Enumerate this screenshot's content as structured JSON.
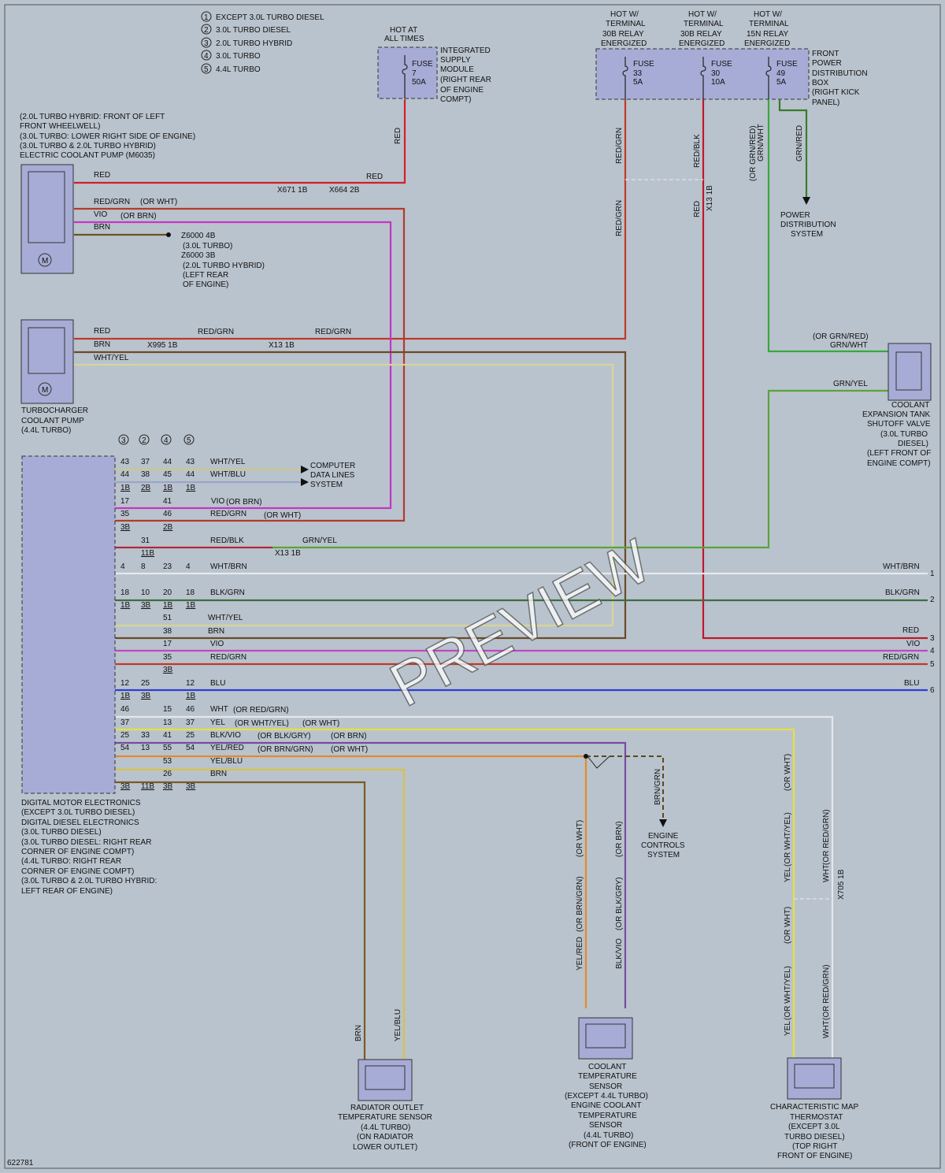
{
  "legend": [
    {
      "num": "1",
      "label": "EXCEPT 3.0L TURBO DIESEL"
    },
    {
      "num": "2",
      "label": "3.0L TURBO DIESEL"
    },
    {
      "num": "3",
      "label": "2.0L TURBO HYBRID"
    },
    {
      "num": "4",
      "label": "3.0L TURBO"
    },
    {
      "num": "5",
      "label": "4.4L TURBO"
    }
  ],
  "power": {
    "hot_all_times": [
      "HOT AT",
      "ALL TIMES"
    ],
    "ism_fuse": [
      "FUSE",
      "7",
      "50A"
    ],
    "ism_label": [
      "INTEGRATED",
      "SUPPLY",
      "MODULE",
      "(RIGHT REAR",
      "OF ENGINE",
      "COMPT)"
    ],
    "hot_relays": [
      [
        "HOT W/",
        "TERMINAL",
        "30B RELAY",
        "ENERGIZED"
      ],
      [
        "HOT W/",
        "TERMINAL",
        "30B RELAY",
        "ENERGIZED"
      ],
      [
        "HOT W/",
        "TERMINAL",
        "15N RELAY",
        "ENERGIZED"
      ]
    ],
    "fpd_fuses": [
      [
        "FUSE",
        "33",
        "5A"
      ],
      [
        "FUSE",
        "30",
        "10A"
      ],
      [
        "FUSE",
        "49",
        "5A"
      ]
    ],
    "fpd_label": [
      "FRONT",
      "POWER",
      "DISTRIBUTION",
      "BOX",
      "(RIGHT KICK",
      "PANEL)"
    ],
    "pds": [
      "POWER",
      "DISTRIBUTION",
      "SYSTEM"
    ]
  },
  "components": {
    "ecp": [
      "(2.0L TURBO HYBRID: FRONT OF LEFT",
      "FRONT WHEELWELL)",
      "(3.0L TURBO: LOWER RIGHT SIDE OF ENGINE)",
      "(3.0L TURBO & 2.0L TURBO HYBRID)",
      "ELECTRIC COOLANT PUMP (M6035)"
    ],
    "ground": [
      "Z6000 4B",
      "(3.0L TURBO)",
      "Z6000 3B",
      "(2.0L TURBO HYBRID)",
      "(LEFT REAR",
      "OF ENGINE)"
    ],
    "tcp": [
      "TURBOCHARGER",
      "COOLANT PUMP",
      "(4.4L TURBO)"
    ],
    "cdl": [
      "COMPUTER",
      "DATA LINES",
      "SYSTEM"
    ],
    "ceshut": [
      "COOLANT",
      "EXPANSION TANK",
      "SHUTOFF VALVE",
      "(3.0L TURBO",
      "DIESEL)",
      "(LEFT FRONT OF",
      "ENGINE COMPT)"
    ],
    "dme": [
      "DIGITAL MOTOR ELECTRONICS",
      "(EXCEPT 3.0L TURBO DIESEL)",
      "DIGITAL DIESEL ELECTRONICS",
      "(3.0L TURBO DIESEL)",
      "(3.0L TURBO DIESEL: RIGHT REAR",
      "CORNER OF ENGINE COMPT)",
      "(4.4L TURBO: RIGHT REAR",
      "CORNER OF ENGINE COMPT)",
      "(3.0L TURBO & 2.0L TURBO HYBRID:",
      "LEFT REAR OF ENGINE)"
    ],
    "ecs": [
      "ENGINE",
      "CONTROLS",
      "SYSTEM"
    ],
    "rots": [
      "RADIATOR OUTLET",
      "TEMPERATURE SENSOR",
      "(4.4L TURBO)",
      "(ON RADIATOR",
      "LOWER OUTLET)"
    ],
    "cts": [
      "COOLANT",
      "TEMPERATURE",
      "SENSOR",
      "(EXCEPT 4.4L TURBO)",
      "ENGINE COOLANT",
      "TEMPERATURE",
      "SENSOR",
      "(4.4L TURBO)",
      "(FRONT OF ENGINE)"
    ],
    "cmt": [
      "CHARACTERISTIC MAP",
      "THERMOSTAT",
      "(EXCEPT 3.0L",
      "TURBO DIESEL)",
      "(TOP RIGHT",
      "FRONT OF ENGINE)"
    ],
    "motor": "M"
  },
  "connectors": {
    "x671": "X671 1B",
    "x664": "X664 2B",
    "x995": "X995 1B",
    "x13a": "X13 1B",
    "x13b": "X13 1B",
    "x13c": "X13 1B",
    "x705": "X705 1B"
  },
  "wires": {
    "red": "RED",
    "redgrn": "RED/GRN",
    "orwht": "(OR WHT)",
    "vio": "VIO",
    "orbrn": "(OR BRN)",
    "brn": "BRN",
    "whtyel": "WHT/YEL",
    "whtblu": "WHT/BLU",
    "redblk": "RED/BLK",
    "grnyel": "GRN/YEL",
    "whtbrn": "WHT/BRN",
    "blkgrn": "BLK/GRN",
    "blu": "BLU",
    "wht": "WHT",
    "orredgrn": "(OR RED/GRN)",
    "yel": "YEL",
    "orwhtyel": "(OR WHT/YEL)",
    "blkvio": "BLK/VIO",
    "orblkgry": "(OR BLK/GRY)",
    "yelred": "YEL/RED",
    "orbrngrn": "(OR BRN/GRN)",
    "yelblu": "YEL/BLU",
    "grnred": "GRN/RED",
    "orgrnred": "(OR GRN/RED)",
    "grnwht": "GRN/WHT",
    "brngrn": "BRN/GRN"
  },
  "dme_pins": {
    "cols": [
      "3",
      "2",
      "4",
      "5"
    ],
    "rows": [
      [
        "43",
        "37",
        "44",
        "43"
      ],
      [
        "44",
        "38",
        "45",
        "44"
      ],
      [
        "1B",
        "2B",
        "1B",
        "1B"
      ],
      [
        "17",
        "",
        "41",
        ""
      ],
      [
        "35",
        "",
        "46",
        ""
      ],
      [
        "3B",
        "",
        "2B",
        ""
      ],
      [
        "",
        "31",
        "",
        ""
      ],
      [
        "",
        "11B",
        "",
        ""
      ],
      [
        "4",
        "8",
        "23",
        "4"
      ],
      [
        "18",
        "10",
        "20",
        "18"
      ],
      [
        "1B",
        "3B",
        "1B",
        "1B"
      ],
      [
        "",
        "",
        "51",
        ""
      ],
      [
        "",
        "",
        "38",
        ""
      ],
      [
        "",
        "",
        "17",
        ""
      ],
      [
        "",
        "",
        "35",
        ""
      ],
      [
        "",
        "",
        "3B",
        ""
      ],
      [
        "12",
        "25",
        "",
        "12"
      ],
      [
        "1B",
        "3B",
        "",
        "1B"
      ],
      [
        "46",
        "",
        "15",
        "46"
      ],
      [
        "37",
        "",
        "13",
        "37"
      ],
      [
        "25",
        "33",
        "41",
        "25"
      ],
      [
        "54",
        "13",
        "55",
        "54"
      ],
      [
        "",
        "",
        "53",
        ""
      ],
      [
        "",
        "",
        "26",
        ""
      ],
      [
        "3B",
        "11B",
        "3B",
        "3B"
      ]
    ]
  },
  "offpage": [
    "1",
    "2",
    "3",
    "4",
    "5",
    "6"
  ],
  "misc": {
    "doc_id": "622781",
    "watermark": "PREVIEW"
  }
}
